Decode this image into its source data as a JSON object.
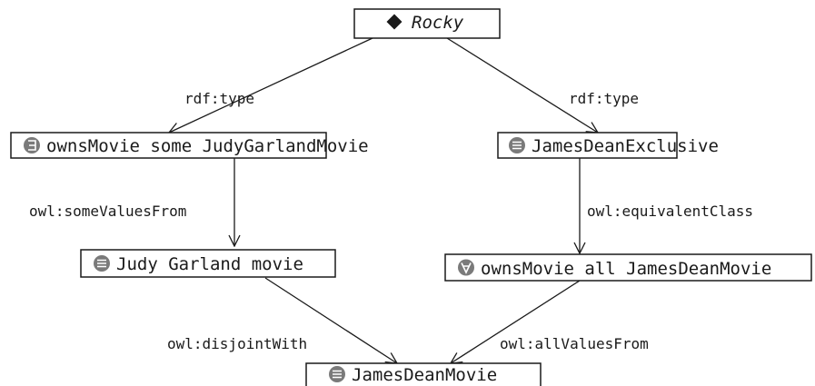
{
  "nodes": {
    "rocky": {
      "label": "Rocky",
      "icon": "diamond-icon"
    },
    "owns_some": {
      "label": "ownsMovie some JudyGarlandMovie",
      "icon": "existential-icon"
    },
    "james_dean_exclusive": {
      "label": "JamesDeanExclusive",
      "icon": "class-icon"
    },
    "judy_garland_movie": {
      "label": "Judy Garland movie",
      "icon": "class-icon"
    },
    "owns_all": {
      "label": "ownsMovie all JamesDeanMovie",
      "icon": "universal-icon"
    },
    "james_dean_movie": {
      "label": "JamesDeanMovie",
      "icon": "class-icon"
    }
  },
  "edges": {
    "type_left": "rdf:type",
    "type_right": "rdf:type",
    "some_values_from": "owl:someValuesFrom",
    "equivalent_class": "owl:equivalentClass",
    "disjoint_with": "owl:disjointWith",
    "all_values_from": "owl:allValuesFrom"
  },
  "colors": {
    "stroke": "#1a1a1a",
    "icon_fill": "#7a7a7a",
    "background": "#ffffff"
  }
}
